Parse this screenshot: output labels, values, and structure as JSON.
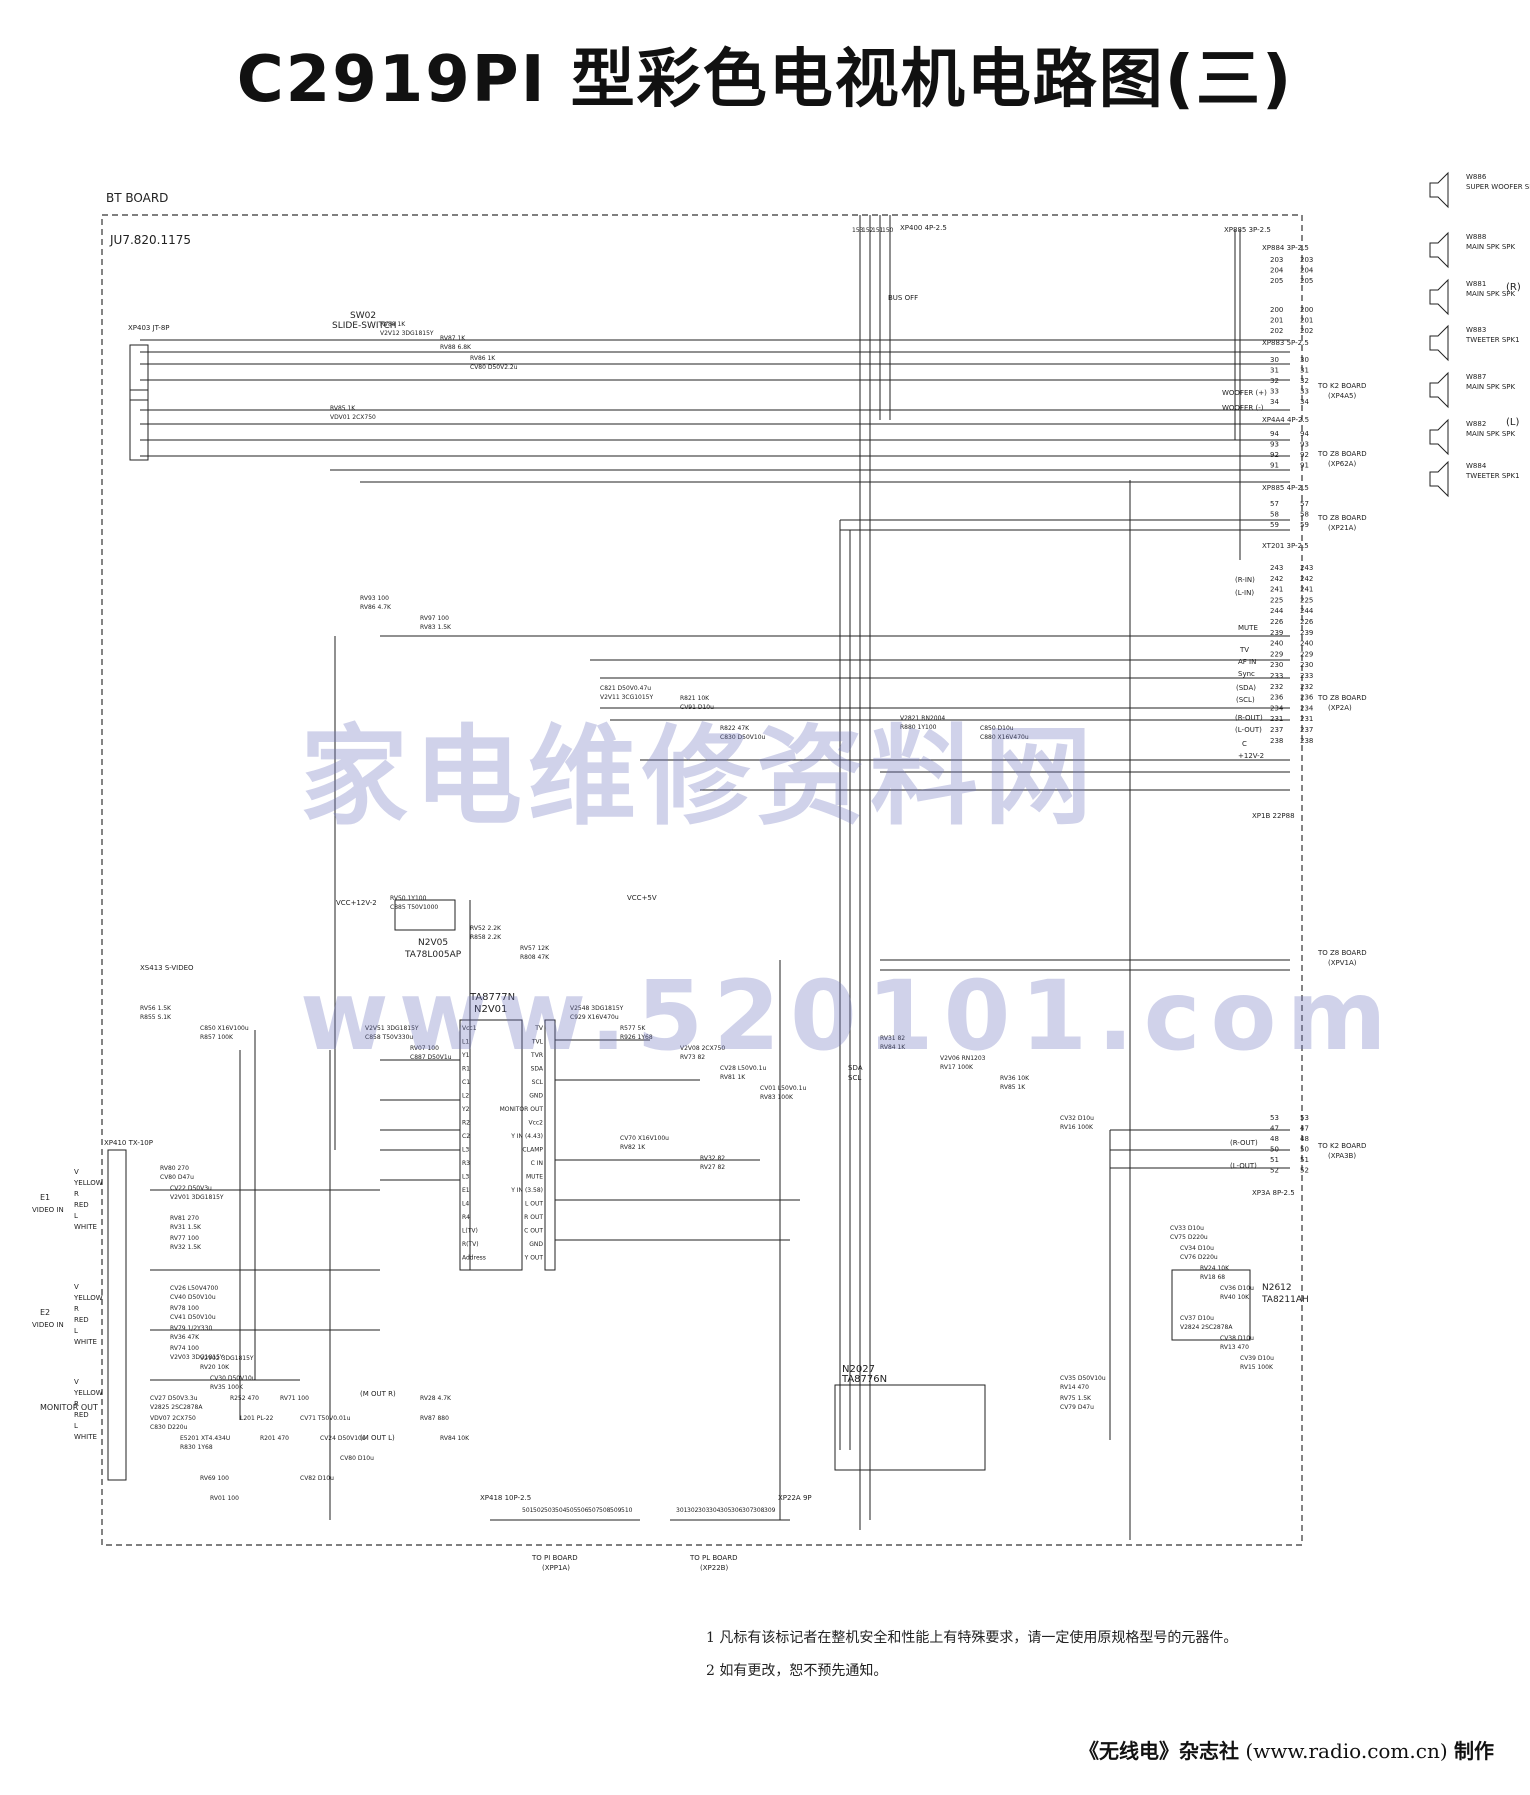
{
  "title": "C2919PI 型彩色电视机电路图(三)",
  "board": {
    "name": "BT BOARD",
    "code": "JU7.820.1175"
  },
  "watermark": {
    "line1": "家电维修资料网",
    "line2": "www.520101.com"
  },
  "ic": {
    "main": {
      "ref": "N2V01",
      "part": "TA8777N",
      "pins_left": [
        "Vcc1",
        "L1",
        "Y1",
        "R1",
        "C1",
        "L2",
        "Y2",
        "R2",
        "C2",
        "L3",
        "R3",
        "L3",
        "E1",
        "L4",
        "R4",
        "L(TV)",
        "R(TV)",
        "Address"
      ],
      "pins_right": [
        "TV",
        "TVL",
        "TVR",
        "SDA",
        "SCL",
        "GND",
        "MONITOR OUT",
        "Vcc2",
        "Y IN (4.43)",
        "CLAMP",
        "C IN",
        "MUTE",
        "Y IN (3.58)",
        "L OUT",
        "R OUT",
        "C OUT",
        "GND",
        "Y OUT"
      ]
    },
    "audio": {
      "ref": "N2027",
      "part": "TA8776N"
    },
    "regulator": {
      "ref": "N2V05",
      "part": "TA78L005AP"
    },
    "amp": {
      "ref": "N2612",
      "part": "TA8211AH"
    }
  },
  "switch": {
    "ref": "SW02",
    "name": "SLIDE-SWITCH"
  },
  "connectors": {
    "xp403": "XP403 JT-8P",
    "xp400": "XP400 4P-2.5",
    "xp885": "XP885 3P-2.5",
    "xp884": "XP884 3P-2.5",
    "xp883": "XP883 5P-2.5",
    "xp4a4": "XP4A4 4P-2.5",
    "xp885b": "XP885 4P-2.5",
    "xt201": "XT201 3P-2.5",
    "xp1b": "XP1B 22P88",
    "xp3a": "XP3A 8P-2.5",
    "xp410": "XP410 TX-10P",
    "xp418": "XP418 10P-2.5",
    "xp22a": "XP22A 9P",
    "xs413": "XS413 S-VIDEO"
  },
  "targets": [
    {
      "label": "TO K2 BOARD",
      "sub": "(XP4A5)"
    },
    {
      "label": "TO Z8 BOARD",
      "sub": "(XP62A)"
    },
    {
      "label": "TO Z8 BOARD",
      "sub": "(XP21A)"
    },
    {
      "label": "TO Z8 BOARD",
      "sub": "(XP2A)"
    },
    {
      "label": "TO Z8 BOARD",
      "sub": "(XPV1A)"
    },
    {
      "label": "TO K2 BOARD",
      "sub": "(XPA3B)"
    },
    {
      "label": "TO PI BOARD",
      "sub": "(XPP1A)"
    },
    {
      "label": "TO PL BOARD",
      "sub": "(XP22B)"
    }
  ],
  "speakers": [
    {
      "ref": "W886",
      "name": "SUPER WOOFER SPK"
    },
    {
      "ref": "W888",
      "name": "MAIN SPK SPK"
    },
    {
      "ref": "W881",
      "name": "MAIN SPK SPK"
    },
    {
      "ref": "W883",
      "name": "TWEETER SPK1"
    },
    {
      "ref": "W887",
      "name": "MAIN SPK SPK"
    },
    {
      "ref": "W882",
      "name": "MAIN SPK SPK"
    },
    {
      "ref": "W884",
      "name": "TWEETER SPK1"
    }
  ],
  "speaker_side": {
    "right": "(R)",
    "left": "(L)"
  },
  "net_labels": {
    "woofer_plus": "WOOFER (+)",
    "woofer_minus": "WOOFER (-)",
    "r_in": "(R-IN)",
    "l_in": "(L-IN)",
    "mute": "MUTE",
    "tv": "TV",
    "af_in": "AF IN",
    "sync": "Sync",
    "sda": "(SDA)",
    "scl": "(SCL)",
    "r_out": "(R-OUT)",
    "l_out": "(L-OUT)",
    "c": "C",
    "v12": "+12V-2",
    "sda_b": "SDA",
    "scl_b": "SCL",
    "bus_off": "BUS OFF",
    "vcc12": "VCC+12V-2",
    "vcc5": "VCC+5V",
    "r_out_b": "(R-OUT)",
    "l_out_b": "(L-OUT)",
    "m_out_r": "(M OUT R)",
    "m_out_l": "(M OUT L)"
  },
  "input_groups": [
    {
      "name": "E1",
      "sub": "VIDEO IN",
      "rows": [
        "V",
        "YELLOW",
        "R",
        "RED",
        "L",
        "WHITE"
      ]
    },
    {
      "name": "E2",
      "sub": "VIDEO IN",
      "rows": [
        "V",
        "YELLOW",
        "R",
        "RED",
        "L",
        "WHITE"
      ]
    },
    {
      "name": "MONITOR OUT",
      "sub": "",
      "rows": [
        "V",
        "YELLOW",
        "R",
        "RED",
        "L",
        "WHITE"
      ]
    }
  ],
  "pins": {
    "xp884": [
      "203",
      "204",
      "205"
    ],
    "xp883": [
      "200",
      "201",
      "202"
    ],
    "xp4a4": [
      "30",
      "31",
      "32",
      "33",
      "34"
    ],
    "xp885": [
      "94",
      "93",
      "92",
      "91"
    ],
    "xt201": [
      "57",
      "58",
      "59"
    ],
    "xp2a": [
      "243",
      "242",
      "241",
      "225",
      "244",
      "226",
      "239",
      "240",
      "229",
      "230",
      "233",
      "232",
      "236",
      "234",
      "231",
      "237",
      "238"
    ],
    "xp3a": [
      "53",
      "47",
      "48",
      "50",
      "51",
      "52"
    ],
    "xp400": [
      "153",
      "152",
      "151",
      "150"
    ],
    "xp418": [
      "501",
      "502",
      "503",
      "504",
      "505",
      "506",
      "507",
      "508",
      "509",
      "510"
    ],
    "xp22a": [
      "301",
      "302",
      "303",
      "304",
      "305",
      "306",
      "307",
      "308",
      "309"
    ]
  },
  "components": [
    "RV88 1K",
    "RV87 1K",
    "RV86 1K",
    "RV85 1K",
    "RV93 100",
    "RV97 100",
    "C821 D50V0.47u",
    "R821 10K",
    "R822 47K",
    "V2821 RN2004",
    "C850 D10u",
    "RV50 1Y100",
    "RV52 2.2K",
    "RV57 12K",
    "RV56 1.5K",
    "C850 X16V100u",
    "V2V51 3DG1815Y",
    "RV07 100",
    "V2548 3DG1815Y",
    "R577 5K",
    "V2V08 2CX750",
    "CV28 L50V0.1u",
    "CV01 L50V0.1u",
    "CV70 X16V100u",
    "RV32 82",
    "RV31 82",
    "V2V06 RN1203",
    "RV36 10K",
    "CV32 D10u",
    "CV33 D10u",
    "CV34 D10u",
    "RV24 10K",
    "CV36 D10u",
    "CV37 D10u",
    "CV38 D10u",
    "CV39 D10u",
    "CV35 D50V10u",
    "RV75 1.5K",
    "RV80 270",
    "CV22 D50V3u",
    "RV81 270",
    "RV77 100",
    "CV26 L50V4700",
    "RV78 100",
    "RV79 1/2Y330",
    "RV74 100",
    "V2V02 3DG1815Y",
    "CV30 D50V10u",
    "CV27 D50V3.3u",
    "VDV07 2CX750",
    "E5201 XT4.434U",
    "R252 470",
    "L201 PL-22",
    "R201 470",
    "RV71 100",
    "CV71 T50V0.01u",
    "CV24 D50V10u",
    "CV80 D10u",
    "CV82 D10u",
    "RV69 100",
    "RV01 100",
    "RV28 4.7K",
    "RV87 880",
    "RV84 10K",
    "V2V12 3DG1815Y",
    "RV88 6.8K",
    "CV80 D50V2.2u",
    "VDV01 2CX750",
    "RV86 4.7K",
    "RV83 1.5K",
    "V2V11 3CG1015Y",
    "CV91 D10u",
    "C830 D50V10u",
    "R880 1Y100",
    "C880 X16V470u",
    "C885 T50V1000",
    "R858 2.2K",
    "R808 47K",
    "R855 S.1K",
    "R857 100K",
    "C858 T50V330u",
    "C887 D50V1u",
    "C929 X16V470u",
    "R926 1Y68",
    "RV73 82",
    "RV81 1K",
    "RV83 100K",
    "RV82 1K",
    "RV27 82",
    "RV84 1K",
    "RV17 100K",
    "RV85 1K",
    "RV16 100K",
    "CV75 D220u",
    "CV76 D220u",
    "RV18 68",
    "RV40 10K",
    "V2824 2SC2878A",
    "RV13 470",
    "RV15 100K",
    "RV14 470",
    "CV79 D47u",
    "CV80 D47u",
    "V2V01 3DG1815Y",
    "RV31 1.5K",
    "RV32 1.5K",
    "CV40 D50V10u",
    "CV41 D50V10u",
    "RV36 47K",
    "V2V03 3DG1815Y",
    "RV20 10K",
    "RV35 100K",
    "V2825 2SC2878A",
    "C830 D220u",
    "R830 1Y68"
  ],
  "notes": [
    "1  凡标有该标记者在整机安全和性能上有特殊要求，请一定使用原规格型号的元器件。",
    "2  如有更改，恕不预先通知。"
  ],
  "credit": {
    "prefix": "《无线电》杂志社",
    "url": "(www.radio.com.cn)",
    "suffix": "制作"
  }
}
